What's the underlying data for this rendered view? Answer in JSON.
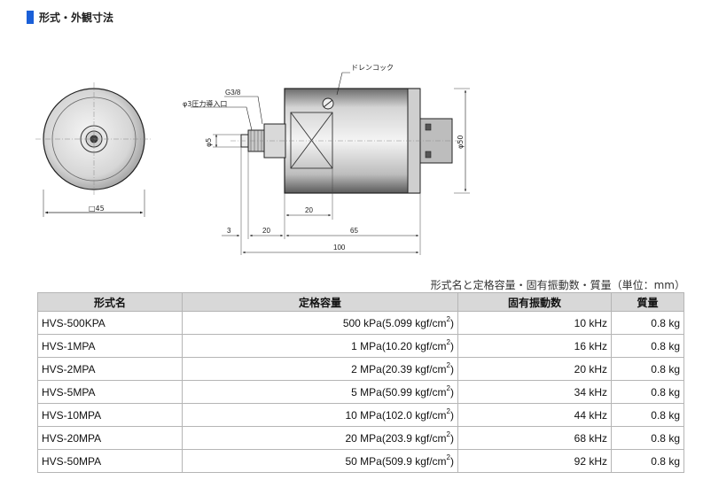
{
  "heading": "形式・外観寸法",
  "drawing": {
    "front_view_label": "□45",
    "g_label": "G3/8",
    "port_label": "φ3圧力導入口",
    "drain_label": "ドレンコック",
    "dia5_label": "φ5",
    "dia50_label": "φ50",
    "dim_3": "3",
    "dim_20_lower": "20",
    "dim_20_upper": "20",
    "dim_65": "65",
    "dim_100": "100"
  },
  "table": {
    "caption": "形式名と定格容量・固有振動数・質量（単位：mm）",
    "headers": {
      "model": "形式名",
      "capacity": "定格容量",
      "frequency": "固有振動数",
      "mass": "質量"
    },
    "rows": [
      {
        "model": "HVS-500KPA",
        "cap_main": "500 kPa(5.099 kgf/cm",
        "cap_exp": "2",
        "cap_close": ")",
        "freq": "10 kHz",
        "mass": "0.8 kg"
      },
      {
        "model": "HVS-1MPA",
        "cap_main": "1 MPa(10.20 kgf/cm",
        "cap_exp": "2",
        "cap_close": ")",
        "freq": "16 kHz",
        "mass": "0.8 kg"
      },
      {
        "model": "HVS-2MPA",
        "cap_main": "2 MPa(20.39 kgf/cm",
        "cap_exp": "2",
        "cap_close": ")",
        "freq": "20 kHz",
        "mass": "0.8 kg"
      },
      {
        "model": "HVS-5MPA",
        "cap_main": "5 MPa(50.99 kgf/cm",
        "cap_exp": "2",
        "cap_close": ")",
        "freq": "34 kHz",
        "mass": "0.8 kg"
      },
      {
        "model": "HVS-10MPA",
        "cap_main": "10 MPa(102.0 kgf/cm",
        "cap_exp": "2",
        "cap_close": ")",
        "freq": "44 kHz",
        "mass": "0.8 kg"
      },
      {
        "model": "HVS-20MPA",
        "cap_main": "20 MPa(203.9 kgf/cm",
        "cap_exp": "2",
        "cap_close": ")",
        "freq": "68 kHz",
        "mass": "0.8 kg"
      },
      {
        "model": "HVS-50MPA",
        "cap_main": "50 MPa(509.9 kgf/cm",
        "cap_exp": "2",
        "cap_close": ")",
        "freq": "92 kHz",
        "mass": "0.8 kg"
      }
    ]
  }
}
